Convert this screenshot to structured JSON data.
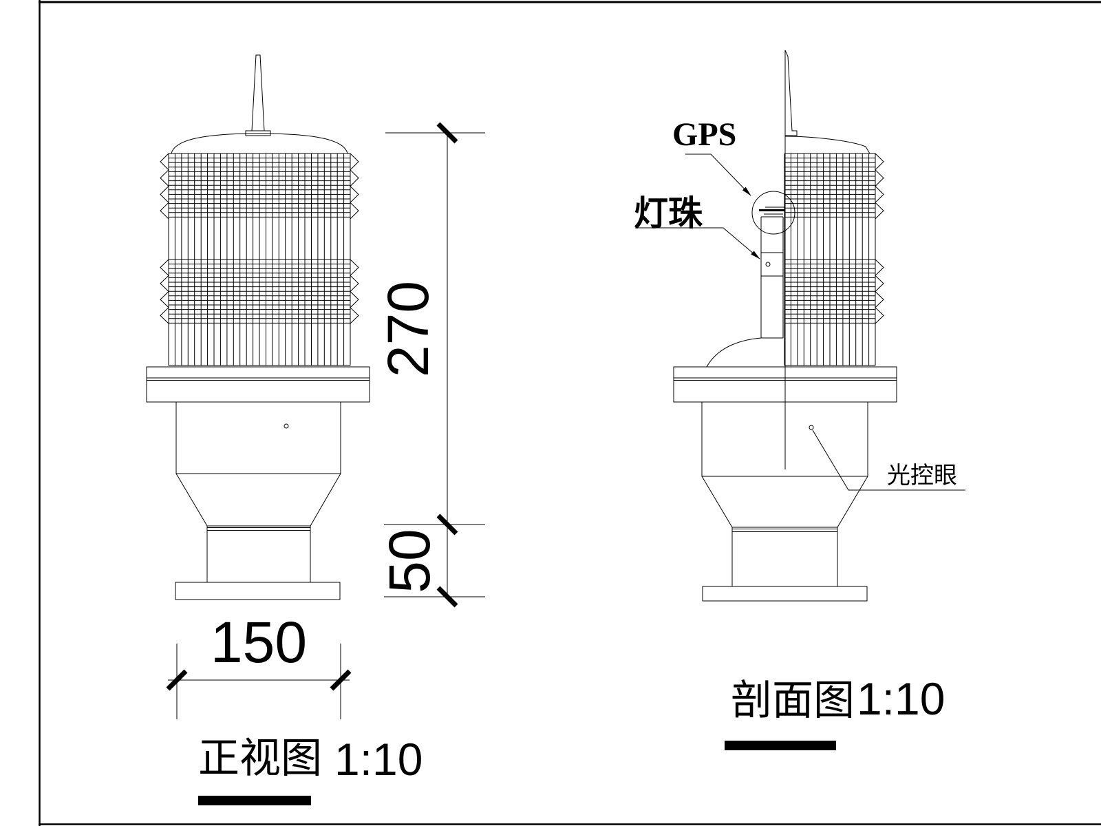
{
  "page": {
    "background": "#ffffff",
    "line_color": "#000000"
  },
  "views": {
    "front": {
      "title": "正视图",
      "scale": "1:10"
    },
    "section": {
      "title": "剖面图",
      "scale": "1:10"
    }
  },
  "dimensions": {
    "overall_height": "270",
    "base_height": "50",
    "base_width": "150"
  },
  "callouts": {
    "gps": "GPS",
    "lamp_bead": "灯珠",
    "light_control_eye": "光控眼"
  }
}
